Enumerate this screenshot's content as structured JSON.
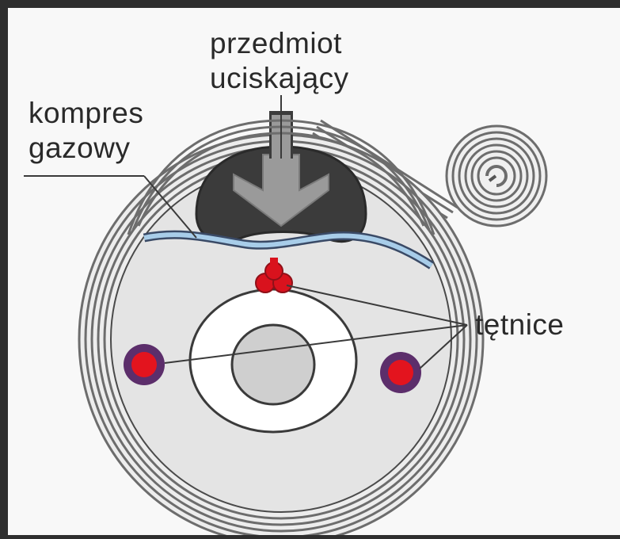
{
  "labels": {
    "object_line1": "przedmiot",
    "object_line2": "uciskający",
    "compress_line1": "kompres",
    "compress_line2": "gazowy",
    "arteries": "tętnice"
  },
  "colors": {
    "frame": "#2e2e2e",
    "panel": "#f8f8f8",
    "limb_fill": "#e6e6e6",
    "bandage_stroke": "#6d6d6d",
    "object_dark": "#3a3a3a",
    "object_arrow": "#9a9a9a",
    "gauze": "#9ec3e0",
    "artery_red": "#d9121d",
    "artery_ring": "#5c2e6b",
    "bone_fill": "#cfcfcf"
  }
}
